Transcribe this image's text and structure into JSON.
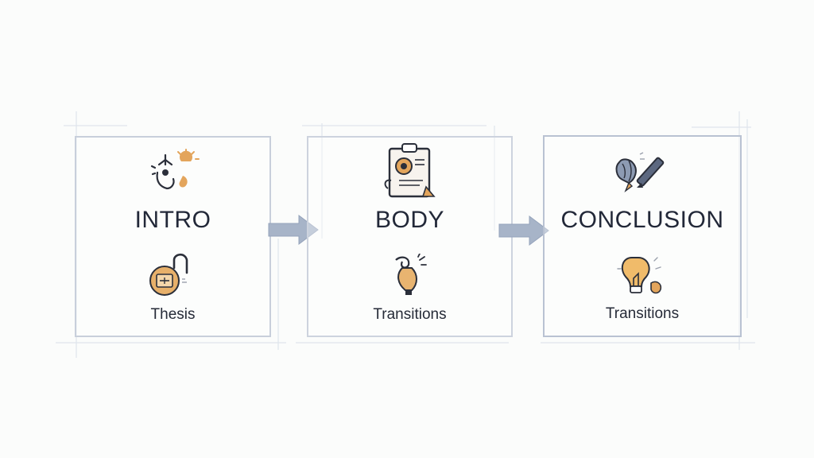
{
  "stages": [
    {
      "title": "INTRO",
      "caption": "Thesis",
      "top_icon": "compass-lightbulb-icon",
      "bottom_icon": "padlock-icon"
    },
    {
      "title": "BODY",
      "caption": "Transitions",
      "top_icon": "clipboard-icon",
      "bottom_icon": "lightbulb-knot-icon"
    },
    {
      "title": "CONCLUSION",
      "caption": "Transitions",
      "top_icon": "pencil-icon",
      "bottom_icon": "lightbulb-icon"
    }
  ],
  "connectors": [
    "arrow-icon",
    "arrow-icon"
  ],
  "colors": {
    "background": "#fbfcfb",
    "box_border": "#c8cfdb",
    "arrow": "#a7b4c8",
    "accent_orange": "#e3a55c",
    "ink": "#2b2f3a"
  }
}
